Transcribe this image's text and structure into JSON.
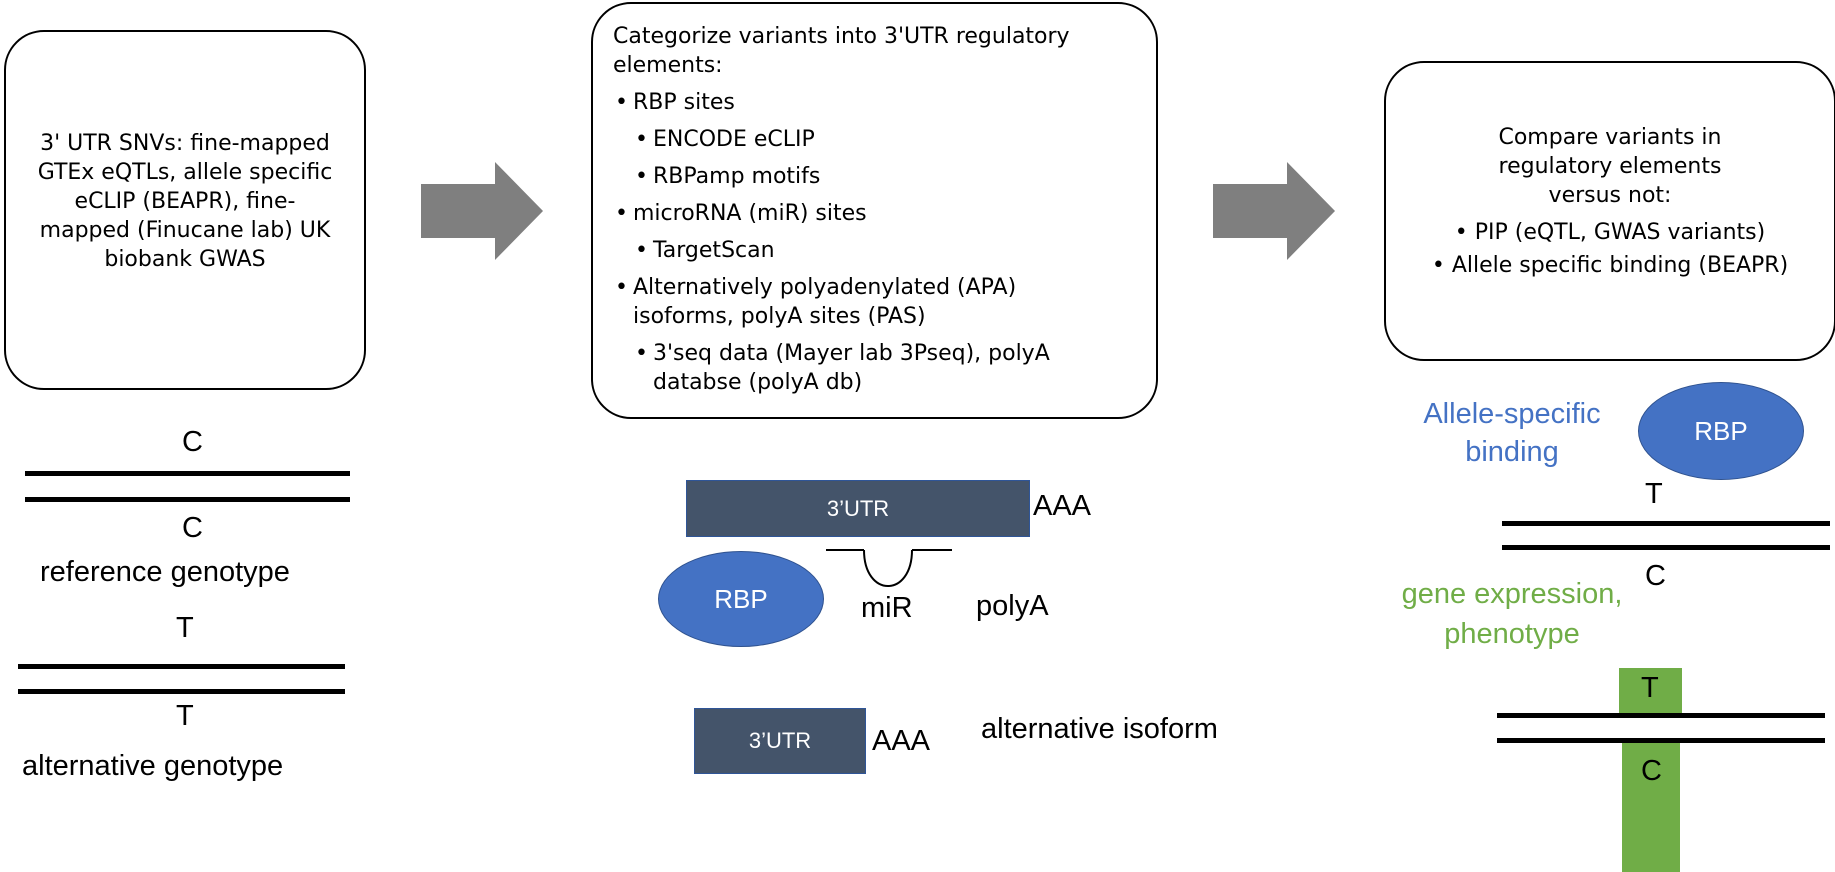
{
  "left_box": {
    "text": "3' UTR SNVs: fine-mapped GTEx eQTLs, allele specific eCLIP (BEAPR), fine-mapped (Finucane lab) UK biobank GWAS"
  },
  "middle_box": {
    "heading": "Categorize variants into 3'UTR regulatory elements:",
    "items": [
      {
        "text": "RBP sites",
        "level": 0
      },
      {
        "text": "ENCODE eCLIP",
        "level": 1
      },
      {
        "text": "RBPamp motifs",
        "level": 1
      },
      {
        "text": "microRNA (miR) sites",
        "level": 0
      },
      {
        "text": "TargetScan",
        "level": 1
      },
      {
        "text": "Alternatively polyadenylated (APA) isoforms, polyA sites (PAS)",
        "level": 0
      },
      {
        "text": "3'seq data (Mayer lab 3Pseq), polyA databse (polyA db)",
        "level": 1
      }
    ]
  },
  "right_box": {
    "heading": "Compare variants in regulatory elements versus not:",
    "items": [
      "PIP (eQTL, GWAS variants)",
      "Allele specific binding (BEAPR)"
    ]
  },
  "genotypes": {
    "ref_top": "C",
    "ref_bottom": "C",
    "ref_label": "reference genotype",
    "alt_top": "T",
    "alt_bottom": "T",
    "alt_label": "alternative genotype"
  },
  "utr_diagram": {
    "utr_long": "3’UTR",
    "aaa_long": "AAA",
    "rbp": "RBP",
    "mir": "miR",
    "polya": "polyA",
    "utr_short": "3’UTR",
    "aaa_short": "AAA",
    "alt_isoform": "alternative isoform"
  },
  "right_diagram": {
    "allele_specific": "Allele-specific binding",
    "rbp": "RBP",
    "top_T": "T",
    "bottom_C": "C",
    "gene_expression": "gene expression, phenotype",
    "bar_T": "T",
    "bar_C": "C"
  },
  "colors": {
    "arrow": "#7f7f7f",
    "utr": "#44546a",
    "rbp": "#4472c4",
    "blue_text": "#4472c4",
    "green": "#70ad47"
  }
}
